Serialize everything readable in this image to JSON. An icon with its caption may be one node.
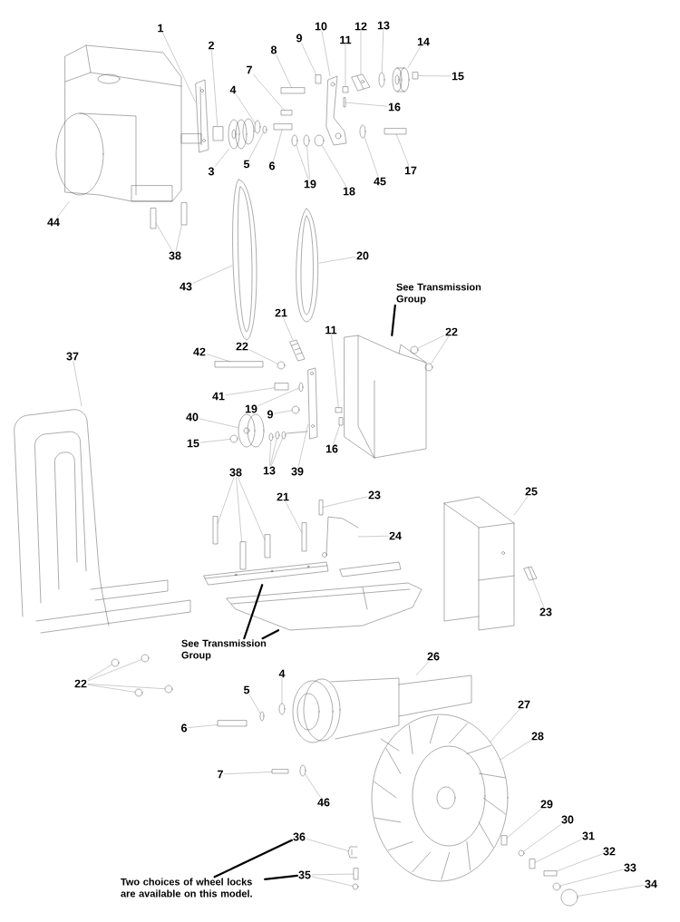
{
  "diagram": {
    "nodes": [
      {
        "text": [
          "1"
        ]
      },
      {
        "text": [
          "10"
        ]
      },
      {
        "text": [
          "12"
        ]
      },
      {
        "text": [
          "13"
        ]
      },
      {
        "text": [
          "9"
        ]
      },
      {
        "text": [
          "11"
        ]
      },
      {
        "text": [
          "2"
        ]
      },
      {
        "text": [
          "14"
        ]
      },
      {
        "text": [
          "8"
        ]
      },
      {
        "text": [
          "7"
        ]
      },
      {
        "text": [
          "15"
        ]
      },
      {
        "text": [
          "4"
        ]
      },
      {
        "text": [
          "16"
        ]
      },
      {
        "text": [
          "5"
        ]
      },
      {
        "text": [
          "6"
        ]
      },
      {
        "text": [
          "3"
        ]
      },
      {
        "text": [
          "17"
        ]
      },
      {
        "text": [
          "45"
        ]
      },
      {
        "text": [
          "19"
        ]
      },
      {
        "text": [
          "18"
        ]
      },
      {
        "text": [
          "44"
        ]
      },
      {
        "text": [
          "38"
        ]
      },
      {
        "text": [
          "20"
        ]
      },
      {
        "text": [
          "43"
        ]
      },
      {
        "text": [
          "See Transmission Group"
        ]
      },
      {
        "text": [
          "21"
        ]
      },
      {
        "text": [
          "11"
        ]
      },
      {
        "text": [
          "22"
        ]
      },
      {
        "text": [
          "22"
        ]
      },
      {
        "text": [
          "42"
        ]
      },
      {
        "text": [
          "37"
        ]
      },
      {
        "text": [
          "41"
        ]
      },
      {
        "text": [
          "19"
        ]
      },
      {
        "text": [
          "9"
        ]
      },
      {
        "text": [
          "40"
        ]
      },
      {
        "text": [
          "15"
        ]
      },
      {
        "text": [
          "16"
        ]
      },
      {
        "text": [
          "38"
        ]
      },
      {
        "text": [
          "13"
        ]
      },
      {
        "text": [
          "39"
        ]
      },
      {
        "text": [
          "25"
        ]
      },
      {
        "text": [
          "23"
        ]
      },
      {
        "text": [
          "21"
        ]
      },
      {
        "text": [
          "24"
        ]
      },
      {
        "text": [
          "23"
        ]
      },
      {
        "text": [
          "See Transmission Group"
        ]
      },
      {
        "text": [
          "26"
        ]
      },
      {
        "text": [
          "4"
        ]
      },
      {
        "text": [
          "22"
        ]
      },
      {
        "text": [
          "5"
        ]
      },
      {
        "text": [
          "27"
        ]
      },
      {
        "text": [
          "6"
        ]
      },
      {
        "text": [
          "28"
        ]
      },
      {
        "text": [
          "7"
        ]
      },
      {
        "text": [
          "46"
        ]
      },
      {
        "text": [
          "29"
        ]
      },
      {
        "text": [
          "30"
        ]
      },
      {
        "text": [
          "36"
        ]
      },
      {
        "text": [
          "31"
        ]
      },
      {
        "text": [
          "32"
        ]
      },
      {
        "text": [
          "35"
        ]
      },
      {
        "text": [
          "33"
        ]
      },
      {
        "text": [
          "34"
        ]
      },
      {
        "text": [
          "Two choices of wheel locks are available on this model."
        ]
      },
      {
        "text": [],
        "shape": "picture"
      },
      {
        "text": [],
        "shape": "picture"
      },
      {
        "text": [],
        "shape": "picture"
      },
      {
        "text": [],
        "shape": "circle"
      },
      {
        "text": [],
        "shape": "box"
      },
      {
        "text": [],
        "shape": "box"
      },
      {
        "text": [],
        "shape": "box"
      },
      {
        "text": [],
        "shape": "picture"
      },
      {
        "text": [],
        "shape": "box"
      },
      {
        "text": [],
        "shape": "box"
      },
      {
        "text": [],
        "shape": "box"
      },
      {
        "text": [],
        "shape": "circle"
      },
      {
        "text": [],
        "shape": "box"
      },
      {
        "text": [],
        "shape": "circle"
      },
      {
        "text": [],
        "shape": "box"
      },
      {
        "text": [],
        "shape": "picture"
      },
      {
        "text": [],
        "shape": "box"
      },
      {
        "text": [],
        "shape": "circle"
      },
      {
        "text": [],
        "shape": "circle"
      },
      {
        "text": [],
        "shape": "circle"
      },
      {
        "text": [],
        "shape": "circle"
      },
      {
        "text": [],
        "shape": "picture"
      },
      {
        "text": [],
        "shape": "box"
      },
      {
        "text": [],
        "shape": "box"
      },
      {
        "text": [],
        "shape": "picture"
      },
      {
        "text": [],
        "shape": "picture"
      },
      {
        "text": [],
        "shape": "picture"
      },
      {
        "text": [],
        "shape": "picture"
      },
      {
        "text": [],
        "shape": "box"
      },
      {
        "text": [],
        "shape": "circle"
      },
      {
        "text": [],
        "shape": "circle"
      },
      {
        "text": [],
        "shape": "circle"
      },
      {
        "text": [],
        "shape": "box"
      },
      {
        "text": [],
        "shape": "picture"
      },
      {
        "text": [],
        "shape": "box"
      },
      {
        "text": [],
        "shape": "circle"
      },
      {
        "text": [],
        "shape": "circle"
      },
      {
        "text": [],
        "shape": "picture"
      },
      {
        "text": [],
        "shape": "circle"
      },
      {
        "text": [],
        "shape": "box"
      },
      {
        "text": [],
        "shape": "box"
      },
      {
        "text": [],
        "shape": "box"
      },
      {
        "text": [],
        "shape": "box"
      },
      {
        "text": [],
        "shape": "circle"
      },
      {
        "text": [],
        "shape": "circle"
      },
      {
        "text": [],
        "shape": "circle"
      },
      {
        "text": [],
        "shape": "picture"
      },
      {
        "text": [],
        "shape": "picture"
      },
      {
        "text": [],
        "shape": "box"
      },
      {
        "text": [],
        "shape": "box"
      },
      {
        "text": [],
        "shape": "picture"
      },
      {
        "text": [],
        "shape": "picture"
      },
      {
        "text": [],
        "shape": "picture"
      },
      {
        "text": [],
        "shape": "picture"
      },
      {
        "text": [],
        "shape": "picture"
      },
      {
        "text": [],
        "shape": "circle"
      },
      {
        "text": [],
        "shape": "circle"
      },
      {
        "text": [],
        "shape": "circle"
      },
      {
        "text": [],
        "shape": "circle"
      },
      {
        "text": [],
        "shape": "circle"
      },
      {
        "text": [],
        "shape": "circle"
      },
      {
        "text": [],
        "shape": "picture"
      },
      {
        "text": [],
        "shape": "box"
      },
      {
        "text": [],
        "shape": "box"
      },
      {
        "text": [],
        "shape": "circle"
      },
      {
        "text": [],
        "shape": "box"
      },
      {
        "text": [],
        "shape": "circle"
      },
      {
        "text": [],
        "shape": "picture"
      },
      {
        "text": [],
        "shape": "box"
      },
      {
        "text": [],
        "shape": "box"
      },
      {
        "text": [],
        "shape": "box"
      },
      {
        "text": [],
        "shape": "circle"
      },
      {
        "text": [],
        "shape": "circle"
      },
      {
        "text": [],
        "shape": "circle"
      }
    ],
    "edges": [
      {
        "from": 0,
        "to": 64,
        "arrow": "none"
      },
      {
        "from": 1,
        "to": 65,
        "arrow": "none"
      },
      {
        "from": 2,
        "to": 66,
        "arrow": "none"
      },
      {
        "from": 3,
        "to": 67,
        "arrow": "none"
      },
      {
        "from": 4,
        "to": 68,
        "arrow": "none"
      },
      {
        "from": 5,
        "to": 69,
        "arrow": "none"
      },
      {
        "from": 6,
        "to": 70,
        "arrow": "none"
      },
      {
        "from": 7,
        "to": 71,
        "arrow": "none"
      },
      {
        "from": 8,
        "to": 72,
        "arrow": "none"
      },
      {
        "from": 9,
        "to": 73,
        "arrow": "none"
      },
      {
        "from": 10,
        "to": 74,
        "arrow": "none"
      },
      {
        "from": 11,
        "to": 75,
        "arrow": "none"
      },
      {
        "from": 12,
        "to": 76,
        "arrow": "none"
      },
      {
        "from": 13,
        "to": 77,
        "arrow": "none"
      },
      {
        "from": 14,
        "to": 78,
        "arrow": "none"
      },
      {
        "from": 15,
        "to": 79,
        "arrow": "none"
      },
      {
        "from": 16,
        "to": 80,
        "arrow": "none"
      },
      {
        "from": 17,
        "to": 81,
        "arrow": "none"
      },
      {
        "from": 18,
        "to": 82,
        "arrow": "none"
      },
      {
        "from": 18,
        "to": 83,
        "arrow": "none"
      },
      {
        "from": 19,
        "to": 84,
        "arrow": "none"
      },
      {
        "from": 20,
        "to": 85,
        "arrow": "none"
      },
      {
        "from": 21,
        "to": 86,
        "arrow": "none"
      },
      {
        "from": 21,
        "to": 87,
        "arrow": "none"
      },
      {
        "from": 22,
        "to": 88,
        "arrow": "none"
      },
      {
        "from": 23,
        "to": 89,
        "arrow": "none"
      },
      {
        "from": 24,
        "to": 90,
        "arrow": "none",
        "style": "thick",
        "color": "#000000"
      },
      {
        "from": 25,
        "to": 91,
        "arrow": "none"
      },
      {
        "from": 26,
        "to": 92,
        "arrow": "none"
      },
      {
        "from": 27,
        "to": 93,
        "arrow": "none"
      },
      {
        "from": 27,
        "to": 94,
        "arrow": "none"
      },
      {
        "from": 28,
        "to": 95,
        "arrow": "none"
      },
      {
        "from": 29,
        "to": 96,
        "arrow": "none"
      },
      {
        "from": 30,
        "to": 97,
        "arrow": "none"
      },
      {
        "from": 31,
        "to": 98,
        "arrow": "none"
      },
      {
        "from": 32,
        "to": 99,
        "arrow": "none"
      },
      {
        "from": 33,
        "to": 100,
        "arrow": "none"
      },
      {
        "from": 34,
        "to": 101,
        "arrow": "none"
      },
      {
        "from": 35,
        "to": 102,
        "arrow": "none"
      },
      {
        "from": 36,
        "to": 103,
        "arrow": "none"
      },
      {
        "from": 37,
        "to": 104,
        "arrow": "none"
      },
      {
        "from": 37,
        "to": 105,
        "arrow": "none"
      },
      {
        "from": 37,
        "to": 106,
        "arrow": "none"
      },
      {
        "from": 38,
        "to": 107,
        "arrow": "none"
      },
      {
        "from": 38,
        "to": 108,
        "arrow": "none"
      },
      {
        "from": 38,
        "to": 109,
        "arrow": "none"
      },
      {
        "from": 39,
        "to": 110,
        "arrow": "none"
      },
      {
        "from": 40,
        "to": 111,
        "arrow": "none"
      },
      {
        "from": 41,
        "to": 112,
        "arrow": "none"
      },
      {
        "from": 42,
        "to": 113,
        "arrow": "none"
      },
      {
        "from": 43,
        "to": 114,
        "arrow": "none"
      },
      {
        "from": 44,
        "to": 115,
        "arrow": "none"
      },
      {
        "from": 45,
        "to": 116,
        "arrow": "none",
        "style": "thick",
        "color": "#000000"
      },
      {
        "from": 45,
        "to": 117,
        "arrow": "none",
        "style": "thick",
        "color": "#000000"
      },
      {
        "from": 46,
        "to": 118,
        "arrow": "none"
      },
      {
        "from": 47,
        "to": 119,
        "arrow": "none"
      },
      {
        "from": 48,
        "to": 120,
        "arrow": "none"
      },
      {
        "from": 48,
        "to": 121,
        "arrow": "none"
      },
      {
        "from": 48,
        "to": 122,
        "arrow": "none"
      },
      {
        "from": 48,
        "to": 123,
        "arrow": "none"
      },
      {
        "from": 49,
        "to": 124,
        "arrow": "none"
      },
      {
        "from": 50,
        "to": 125,
        "arrow": "none"
      },
      {
        "from": 51,
        "to": 126,
        "arrow": "none"
      },
      {
        "from": 52,
        "to": 125,
        "arrow": "none"
      },
      {
        "from": 53,
        "to": 127,
        "arrow": "none"
      },
      {
        "from": 54,
        "to": 128,
        "arrow": "none"
      },
      {
        "from": 55,
        "to": 129,
        "arrow": "none"
      },
      {
        "from": 56,
        "to": 130,
        "arrow": "none"
      },
      {
        "from": 57,
        "to": 131,
        "arrow": "none"
      },
      {
        "from": 58,
        "to": 132,
        "arrow": "none"
      },
      {
        "from": 59,
        "to": 133,
        "arrow": "none"
      },
      {
        "from": 60,
        "to": 134,
        "arrow": "none"
      },
      {
        "from": 60,
        "to": 135,
        "arrow": "none"
      },
      {
        "from": 61,
        "to": 136,
        "arrow": "none"
      },
      {
        "from": 62,
        "to": 137,
        "arrow": "none"
      },
      {
        "from": 63,
        "to": 57,
        "arrow": "none",
        "style": "thick",
        "color": "#000000"
      },
      {
        "from": 63,
        "to": 60,
        "arrow": "none",
        "style": "thick",
        "color": "#000000"
      }
    ]
  }
}
